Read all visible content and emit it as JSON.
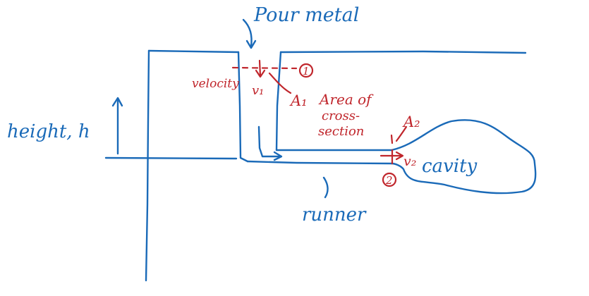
{
  "labels": {
    "pour_metal": "Pour metal",
    "height": "height, h",
    "velocity": "velocity",
    "v1": "v₁",
    "point1": "1",
    "a1": "A₁",
    "area_line1": "Area of",
    "area_line2": "cross-",
    "area_line3": "section",
    "a2": "A₂",
    "v2": "v₂",
    "cavity": "cavity",
    "point2": "2",
    "runner": "runner"
  },
  "colors": {
    "blue_ink": "#1a6ab8",
    "red_ink": "#c0262c",
    "background": "#ffffff"
  }
}
